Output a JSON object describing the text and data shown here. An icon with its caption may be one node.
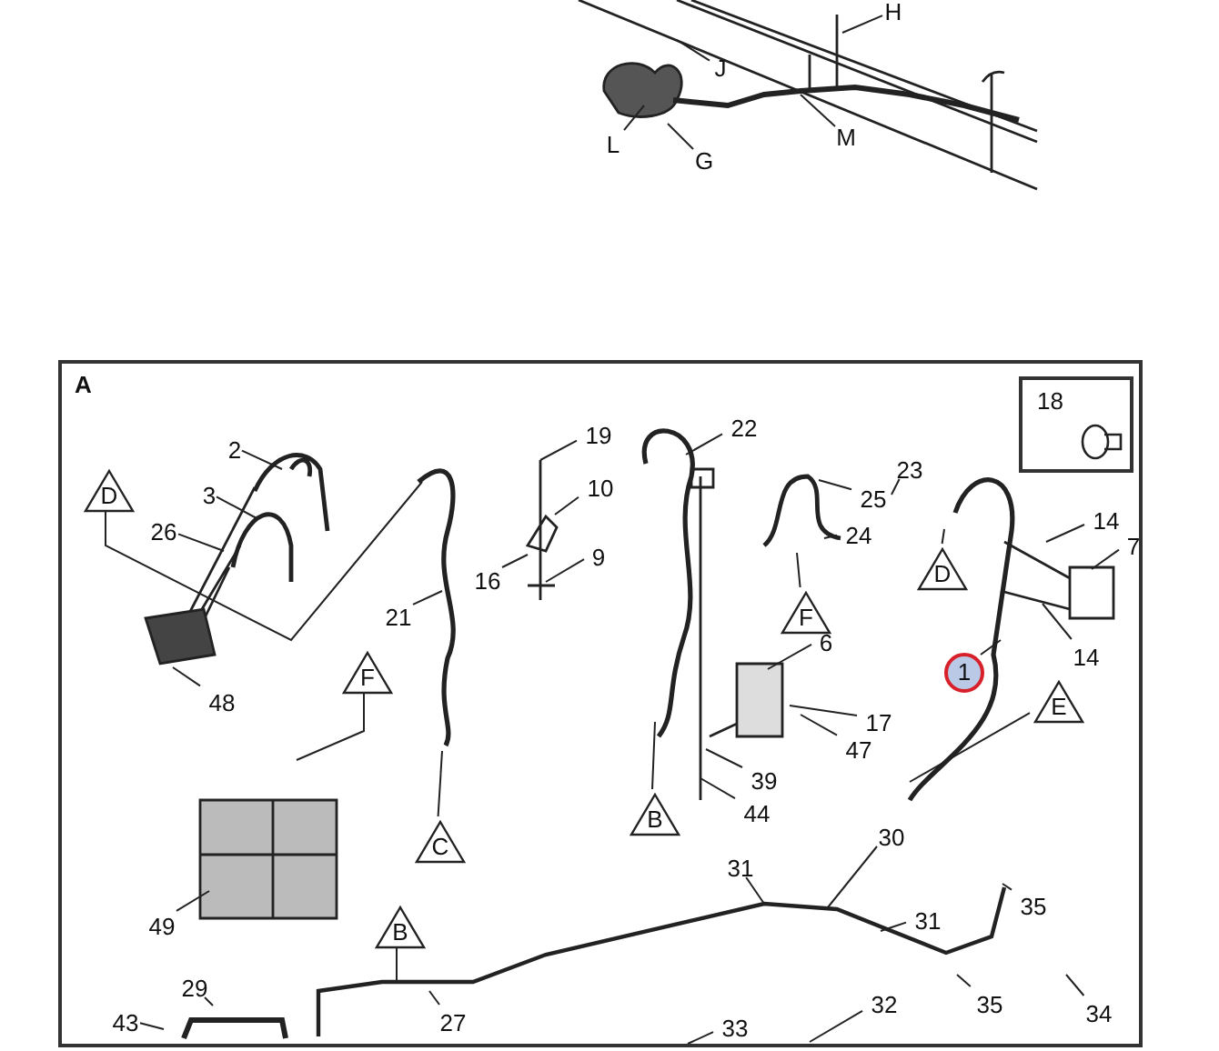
{
  "diagram": {
    "nodes": [
      {
        "text": [
          "H"
        ]
      },
      {
        "text": [
          "J"
        ]
      },
      {
        "text": [
          "L"
        ]
      },
      {
        "text": [
          "M"
        ]
      },
      {
        "text": [
          "G"
        ]
      },
      {
        "text": [
          "A"
        ]
      },
      {
        "text": [
          "18"
        ],
        "in": 5
      },
      {
        "text": [
          "19"
        ],
        "in": 5
      },
      {
        "text": [
          "22"
        ],
        "in": 5
      },
      {
        "text": [
          "2"
        ],
        "in": 5
      },
      {
        "text": [
          "23"
        ],
        "in": 5
      },
      {
        "text": [
          "25"
        ],
        "in": 5
      },
      {
        "text": [
          "D"
        ],
        "in": 5
      },
      {
        "text": [
          "3"
        ],
        "in": 5
      },
      {
        "text": [
          "14"
        ],
        "in": 5
      },
      {
        "text": [
          "24"
        ],
        "in": 5
      },
      {
        "text": [
          "26"
        ],
        "in": 5
      },
      {
        "text": [
          "10"
        ],
        "in": 5
      },
      {
        "text": [
          "7"
        ],
        "in": 5
      },
      {
        "text": [
          "D"
        ],
        "in": 5
      },
      {
        "text": [
          "16"
        ],
        "in": 5
      },
      {
        "text": [
          "9"
        ],
        "in": 5
      },
      {
        "text": [
          "F"
        ],
        "in": 5
      },
      {
        "text": [
          "21"
        ],
        "in": 5
      },
      {
        "text": [
          "14"
        ],
        "in": 5
      },
      {
        "text": [
          "6"
        ],
        "in": 5
      },
      {
        "text": [
          "1"
        ],
        "in": 5
      },
      {
        "text": [
          "F"
        ],
        "in": 5
      },
      {
        "text": [
          "48"
        ],
        "in": 5
      },
      {
        "text": [
          "E"
        ],
        "in": 5
      },
      {
        "text": [
          "17"
        ],
        "in": 5
      },
      {
        "text": [
          "47"
        ],
        "in": 5
      },
      {
        "text": [
          "39"
        ],
        "in": 5
      },
      {
        "text": [
          "44"
        ],
        "in": 5
      },
      {
        "text": [
          "B"
        ],
        "in": 5
      },
      {
        "text": [
          "C"
        ],
        "in": 5
      },
      {
        "text": [
          "31"
        ],
        "in": 5
      },
      {
        "text": [
          "30"
        ],
        "in": 5
      },
      {
        "text": [
          "49"
        ],
        "in": 5
      },
      {
        "text": [
          "31"
        ],
        "in": 5
      },
      {
        "text": [
          "35"
        ],
        "in": 5
      },
      {
        "text": [
          "B"
        ],
        "in": 5
      },
      {
        "text": [
          "27"
        ],
        "in": 5
      },
      {
        "text": [
          "35"
        ],
        "in": 5
      },
      {
        "text": [
          "34"
        ],
        "in": 5
      },
      {
        "text": [
          "29"
        ],
        "in": 5
      },
      {
        "text": [
          "32"
        ],
        "in": 5
      },
      {
        "text": [
          "43"
        ],
        "in": 5
      },
      {
        "text": [
          "33"
        ],
        "in": 5
      }
    ],
    "edges": [
      {
        "from": 0,
        "to": null,
        "arrow": "none"
      },
      {
        "from": 1,
        "to": null,
        "arrow": "none"
      },
      {
        "from": 2,
        "to": null,
        "arrow": "none"
      },
      {
        "from": 3,
        "to": null,
        "arrow": "none"
      },
      {
        "from": 4,
        "to": null,
        "arrow": "none"
      },
      {
        "from": 7,
        "to": null,
        "arrow": "none"
      },
      {
        "from": 8,
        "to": null,
        "arrow": "none"
      },
      {
        "from": 9,
        "to": null,
        "arrow": "none"
      },
      {
        "from": 10,
        "to": null,
        "arrow": "none"
      },
      {
        "from": 11,
        "to": null,
        "arrow": "none"
      },
      {
        "from": 12,
        "to": null,
        "arrow": "none"
      },
      {
        "from": 13,
        "to": null,
        "arrow": "none"
      },
      {
        "from": 14,
        "to": null,
        "arrow": "none"
      },
      {
        "from": 15,
        "to": null,
        "arrow": "none"
      },
      {
        "from": 16,
        "to": null,
        "arrow": "none"
      },
      {
        "from": 17,
        "to": null,
        "arrow": "none"
      },
      {
        "from": 18,
        "to": null,
        "arrow": "none"
      },
      {
        "from": 19,
        "to": null,
        "arrow": "none"
      },
      {
        "from": 20,
        "to": null,
        "arrow": "none"
      },
      {
        "from": 21,
        "to": null,
        "arrow": "none"
      },
      {
        "from": 22,
        "to": null,
        "arrow": "none"
      },
      {
        "from": 23,
        "to": null,
        "arrow": "none"
      },
      {
        "from": 24,
        "to": null,
        "arrow": "none"
      },
      {
        "from": 25,
        "to": null,
        "arrow": "none"
      },
      {
        "from": 26,
        "to": null,
        "arrow": "none"
      },
      {
        "from": 27,
        "to": null,
        "arrow": "none"
      },
      {
        "from": 28,
        "to": null,
        "arrow": "none"
      },
      {
        "from": 29,
        "to": null,
        "arrow": "none"
      },
      {
        "from": 30,
        "to": null,
        "arrow": "none"
      },
      {
        "from": 31,
        "to": null,
        "arrow": "none"
      },
      {
        "from": 32,
        "to": null,
        "arrow": "none"
      },
      {
        "from": 33,
        "to": null,
        "arrow": "none"
      },
      {
        "from": 34,
        "to": null,
        "arrow": "none"
      },
      {
        "from": 35,
        "to": null,
        "arrow": "none"
      },
      {
        "from": 36,
        "to": null,
        "arrow": "none"
      },
      {
        "from": 37,
        "to": null,
        "arrow": "none"
      },
      {
        "from": 38,
        "to": null,
        "arrow": "none"
      },
      {
        "from": 39,
        "to": null,
        "arrow": "none"
      },
      {
        "from": 40,
        "to": null,
        "arrow": "none"
      },
      {
        "from": 41,
        "to": null,
        "arrow": "none"
      },
      {
        "from": 42,
        "to": null,
        "arrow": "none"
      },
      {
        "from": 43,
        "to": null,
        "arrow": "none"
      },
      {
        "from": 44,
        "to": null,
        "arrow": "none"
      },
      {
        "from": 45,
        "to": null,
        "arrow": "none"
      },
      {
        "from": 46,
        "to": null,
        "arrow": "none"
      },
      {
        "from": 47,
        "to": null,
        "arrow": "none"
      },
      {
        "from": 48,
        "to": null,
        "arrow": "none"
      }
    ]
  }
}
